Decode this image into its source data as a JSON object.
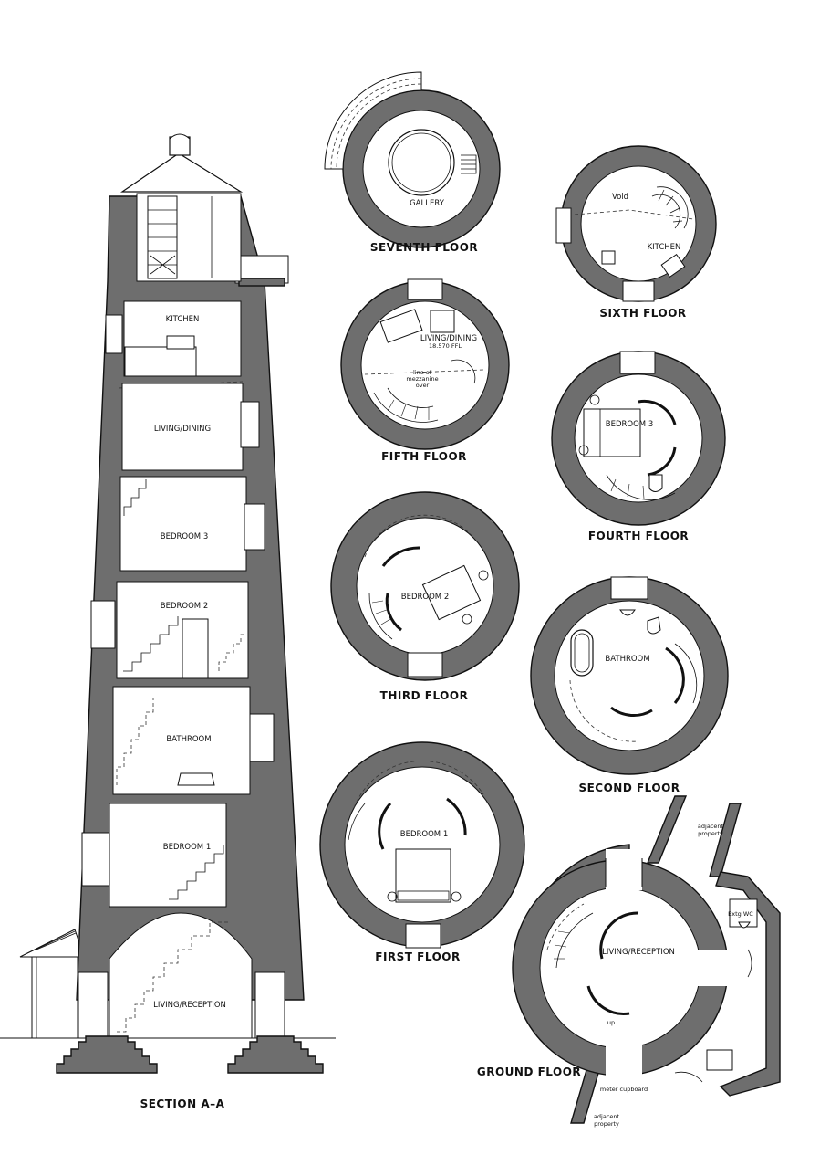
{
  "section": {
    "title": "SECTION A–A",
    "rooms": {
      "kitchen": "KITCHEN",
      "living_dining": "LIVING/DINING",
      "bedroom3": "BEDROOM 3",
      "bedroom2": "BEDROOM 2",
      "bathroom": "BATHROOM",
      "bedroom1": "BEDROOM 1",
      "living_reception": "LIVING/RECEPTION"
    }
  },
  "plans": {
    "seventh": {
      "title": "SEVENTH FLOOR",
      "rooms": [
        "GALLERY"
      ]
    },
    "sixth": {
      "title": "SIXTH FLOOR",
      "rooms": [
        "Void",
        "KITCHEN"
      ]
    },
    "fifth": {
      "title": "FIFTH FLOOR",
      "rooms": [
        "LIVING/DINING"
      ],
      "level": "18.570 FFL",
      "note_line1": "line of",
      "note_line2": "mezzanine",
      "note_line3": "over"
    },
    "fourth": {
      "title": "FOURTH FLOOR",
      "rooms": [
        "BEDROOM 3"
      ]
    },
    "third": {
      "title": "THIRD FLOOR",
      "rooms": [
        "BEDROOM 2"
      ]
    },
    "second": {
      "title": "SECOND FLOOR",
      "rooms": [
        "BATHROOM"
      ]
    },
    "first": {
      "title": "FIRST FLOOR",
      "rooms": [
        "BEDROOM 1"
      ]
    },
    "ground": {
      "title": "GROUND FLOOR",
      "rooms": [
        "LIVING/RECEPTION"
      ],
      "up": "up",
      "extg_wc": "Extg WC",
      "meter": "meter cupboard",
      "adj_top_1": "adjacent",
      "adj_top_2": "property",
      "adj_bottom_1": "adjacent",
      "adj_bottom_2": "property"
    }
  }
}
